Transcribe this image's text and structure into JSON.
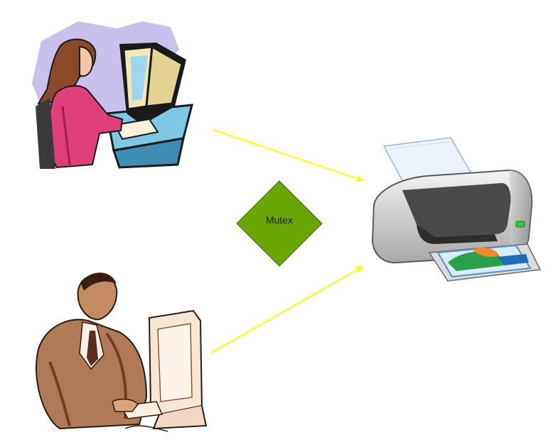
{
  "diagram": {
    "mutex": {
      "label": "Mutex",
      "color": "#6aa506"
    },
    "arrow_color": "#ffff00",
    "nodes": [
      {
        "id": "woman-at-computer",
        "icon": "woman-computer-icon"
      },
      {
        "id": "man-at-computer",
        "icon": "man-computer-icon"
      },
      {
        "id": "printer",
        "icon": "printer-icon"
      }
    ]
  }
}
